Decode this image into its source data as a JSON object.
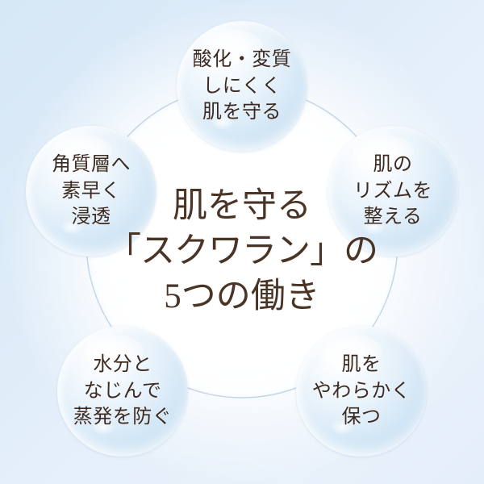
{
  "graphic": {
    "type": "circular-benefits-infographic",
    "language": "ja",
    "background_color_top_left": "#d6e7f6",
    "background_color_bottom_right": "#e4eef9",
    "center_fill_color": "#ffffff",
    "ring_line_color": "#b9cfe4",
    "bubble_fill_color": "#dfeefa",
    "bubble_rim_color": "#b0cde6",
    "bubble_text_color": "#3c2a20",
    "center_text_color": "#4a3426"
  },
  "center": {
    "line_1": "肌を守る",
    "line_2": "「スクワラン」の",
    "line_3": "5つの働き",
    "full_text": "肌を守る「スクワラン」の5つの働き",
    "count": "5"
  },
  "bubbles": [
    {
      "id": "top",
      "position": "top",
      "text": "酸化・変質\nしにくく\n肌を守る",
      "line_1": "酸化・変質",
      "line_2": "しにくく",
      "line_3": "肌を守る"
    },
    {
      "id": "left",
      "position": "upper-left",
      "text": "角質層へ\n素早く\n浸透",
      "line_1": "角質層へ",
      "line_2": "素早く",
      "line_3": "浸透"
    },
    {
      "id": "right",
      "position": "upper-right",
      "text": "肌の\nリズムを\n整える",
      "line_1": "肌の",
      "line_2": "リズムを",
      "line_3": "整える"
    },
    {
      "id": "bottomleft",
      "position": "lower-left",
      "text": "水分と\nなじんで\n蒸発を防ぐ",
      "line_1": "水分と",
      "line_2": "なじんで",
      "line_3": "蒸発を防ぐ"
    },
    {
      "id": "bottomright",
      "position": "lower-right",
      "text": "肌を\nやわらかく\n保つ",
      "line_1": "肌を",
      "line_2": "やわらかく",
      "line_3": "保つ"
    }
  ]
}
